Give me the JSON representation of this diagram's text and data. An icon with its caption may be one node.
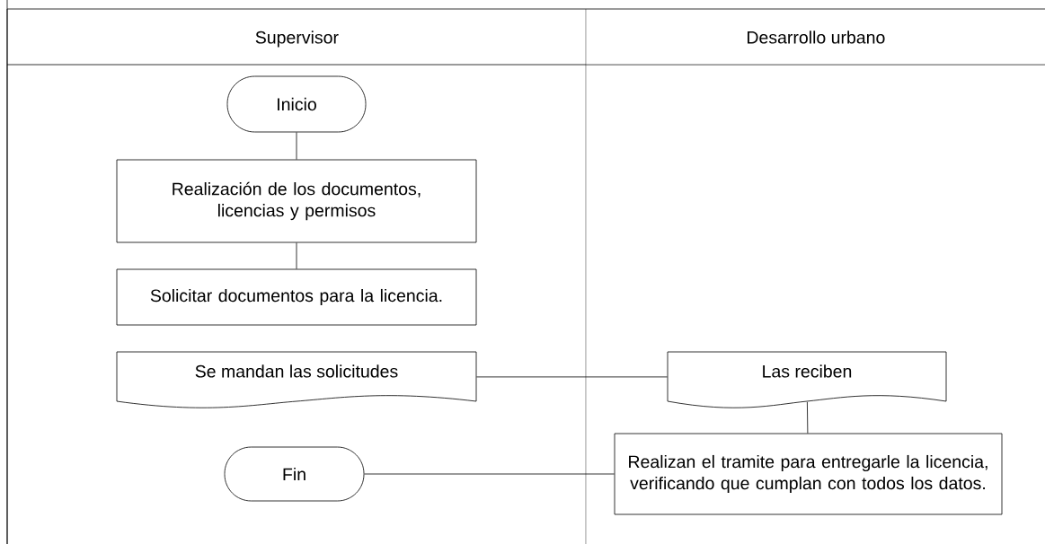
{
  "diagram": {
    "nodes": [
      {
        "text": [
          "Supervisor"
        ]
      },
      {
        "text": [
          "Desarrollo urbano"
        ]
      },
      {
        "text": [
          "Inicio"
        ],
        "in": 0
      },
      {
        "text": [
          "Realización de los documentos, licencias y permisos"
        ],
        "in": 0
      },
      {
        "text": [
          "Solicitar documentos para la licencia."
        ],
        "in": 0
      },
      {
        "text": [
          "Se mandan las solicitudes"
        ],
        "in": 0
      },
      {
        "text": [
          "Las reciben"
        ],
        "in": 1
      },
      {
        "text": [
          "Realizan el tramite para entregarle la licencia, verificando que cumplan con todos los datos."
        ],
        "in": 1
      },
      {
        "text": [
          "Fin"
        ],
        "in": 0
      }
    ],
    "edges": [
      {
        "from": 2,
        "to": 3,
        "arrow": "none"
      },
      {
        "from": 3,
        "to": 4,
        "arrow": "none"
      },
      {
        "from": 5,
        "to": 6,
        "arrow": "none"
      },
      {
        "from": 6,
        "to": 7,
        "arrow": "none"
      },
      {
        "from": 7,
        "to": 8,
        "arrow": "none"
      }
    ]
  }
}
